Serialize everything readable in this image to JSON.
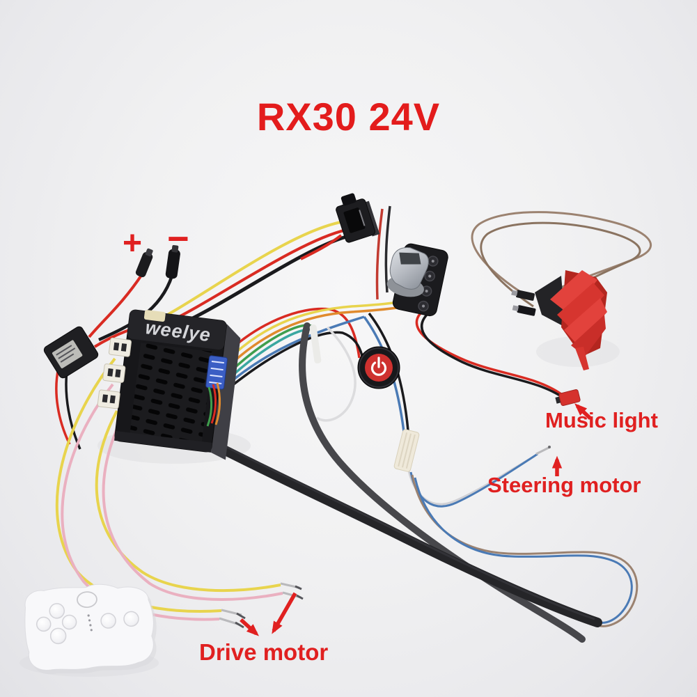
{
  "title": "RX30 24V",
  "annotations": {
    "plus": "+",
    "minus": "−",
    "music_light": "Music light",
    "steering_motor": "Steering motor",
    "drive_motor": "Drive motor"
  },
  "controller": {
    "brand": "weelye"
  },
  "colors": {
    "title_red": "#e31c1c",
    "label_red": "#e02020",
    "wire_red": "#d92b22",
    "wire_yellow": "#e8d44d",
    "wire_pink": "#eab0c0",
    "wire_black": "#1a1a1d",
    "wire_blue": "#4a7ab5",
    "wire_brown": "#9b8270",
    "wire_green": "#3f9e4d",
    "wire_orange": "#e08a2d",
    "wire_teal": "#3aa7a0",
    "pedal_red": "#d6352f",
    "connector_blue": "#3b5ec4",
    "power_button_red": "#ce312f"
  }
}
